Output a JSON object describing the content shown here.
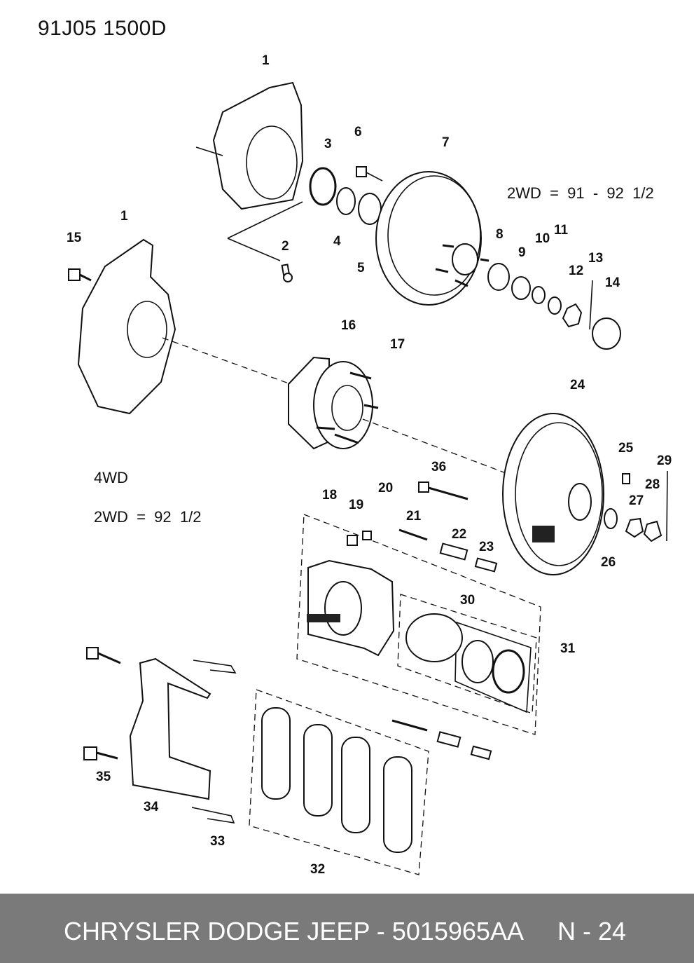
{
  "header": {
    "code": "91J05  1500D"
  },
  "notes": {
    "rotor_2wd": "2WD  =  91  -  92  1/2",
    "hub_4wd": "4WD",
    "hub_2wd": "2WD  =  92  1/2"
  },
  "callouts": [
    "1",
    "2",
    "3",
    "4",
    "5",
    "6",
    "7",
    "8",
    "9",
    "10",
    "11",
    "12",
    "13",
    "14",
    "1",
    "15",
    "16",
    "17",
    "24",
    "25",
    "29",
    "28",
    "27",
    "26",
    "36",
    "18",
    "19",
    "20",
    "21",
    "22",
    "23",
    "30",
    "31",
    "35",
    "34",
    "33",
    "32"
  ],
  "footer": {
    "text": "CHRYSLER DODGE JEEP - 5015965AA     N - 24"
  }
}
